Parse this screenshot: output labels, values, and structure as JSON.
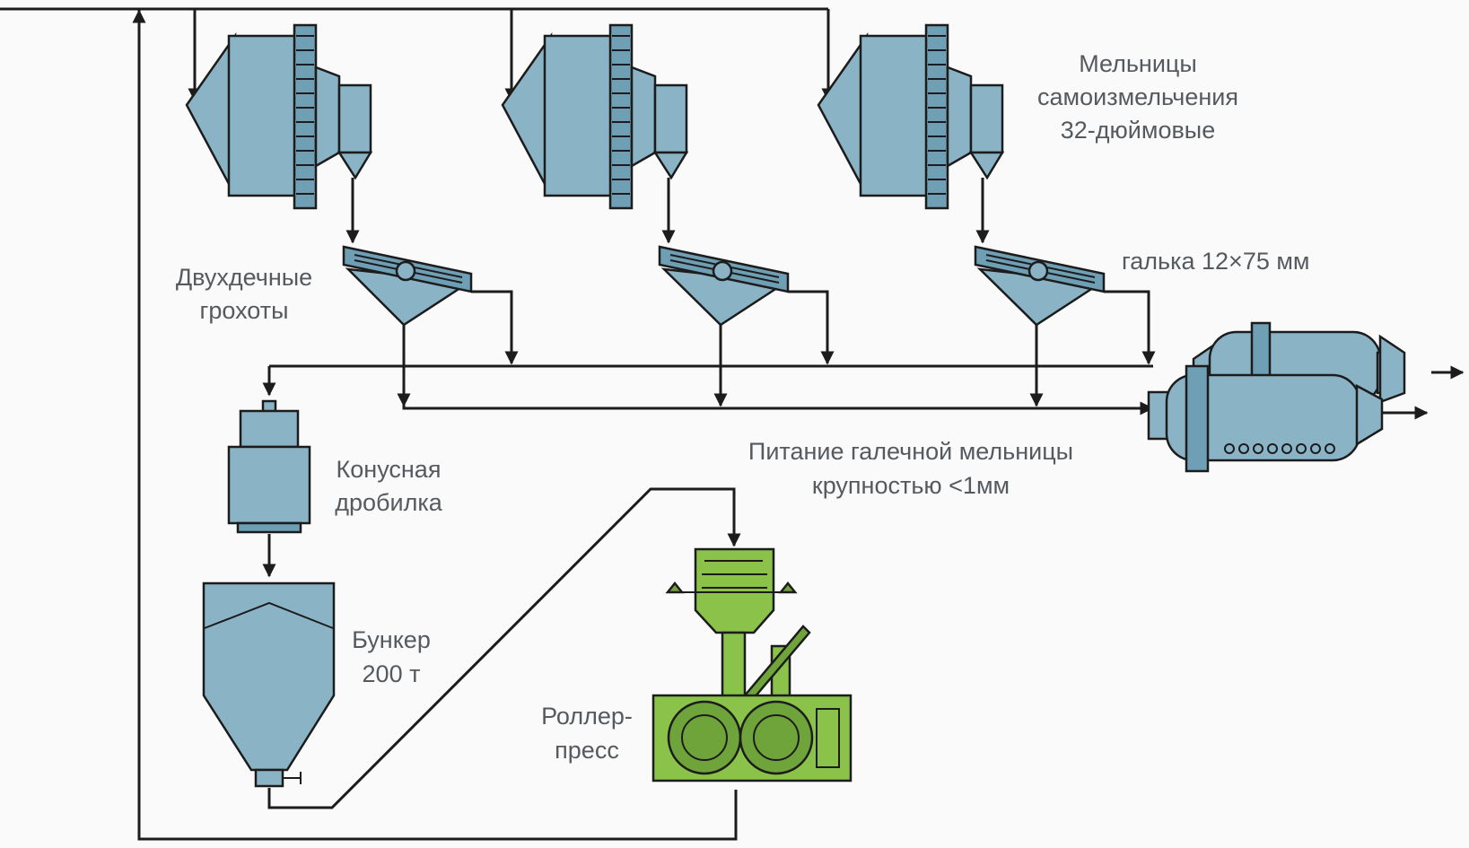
{
  "labels": {
    "mills_line1": "Мельницы",
    "mills_line2": "самоизмельчения",
    "mills_line3": "32-дюймовые",
    "screens_line1": "Двухдечные",
    "screens_line2": "грохоты",
    "pebbles": "галька 12×75 мм",
    "pebble_feed_line1": "Питание галечной мельницы",
    "pebble_feed_line2": "крупностью <1мм",
    "cone_line1": "Конусная",
    "cone_line2": "дробилка",
    "bin_line1": "Бункер",
    "bin_line2": "200 т",
    "roller_line1": "Роллер-",
    "roller_line2": "пресс"
  },
  "colors": {
    "equipment": "#8ab4c6",
    "equipment_dark": "#6f9fb5",
    "roller_press": "#8ac24a",
    "line": "#1c1c1c",
    "label": "#555a5e"
  }
}
